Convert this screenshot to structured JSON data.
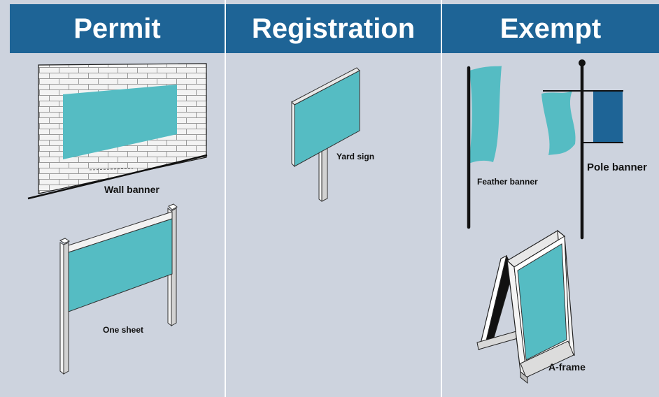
{
  "headers": {
    "permit": "Permit",
    "registration": "Registration",
    "exempt": "Exempt"
  },
  "labels": {
    "wall_banner": "Wall banner",
    "one_sheet": "One sheet",
    "yard_sign": "Yard sign",
    "feather_banner": "Feather banner",
    "pole_banner": "Pole banner",
    "a_frame": "A-frame"
  },
  "colors": {
    "header_bg": "#1e6496",
    "panel_bg": "#cdd3de",
    "sign_teal": "#55bcc3",
    "pole_banner_blue": "#1e6496"
  }
}
